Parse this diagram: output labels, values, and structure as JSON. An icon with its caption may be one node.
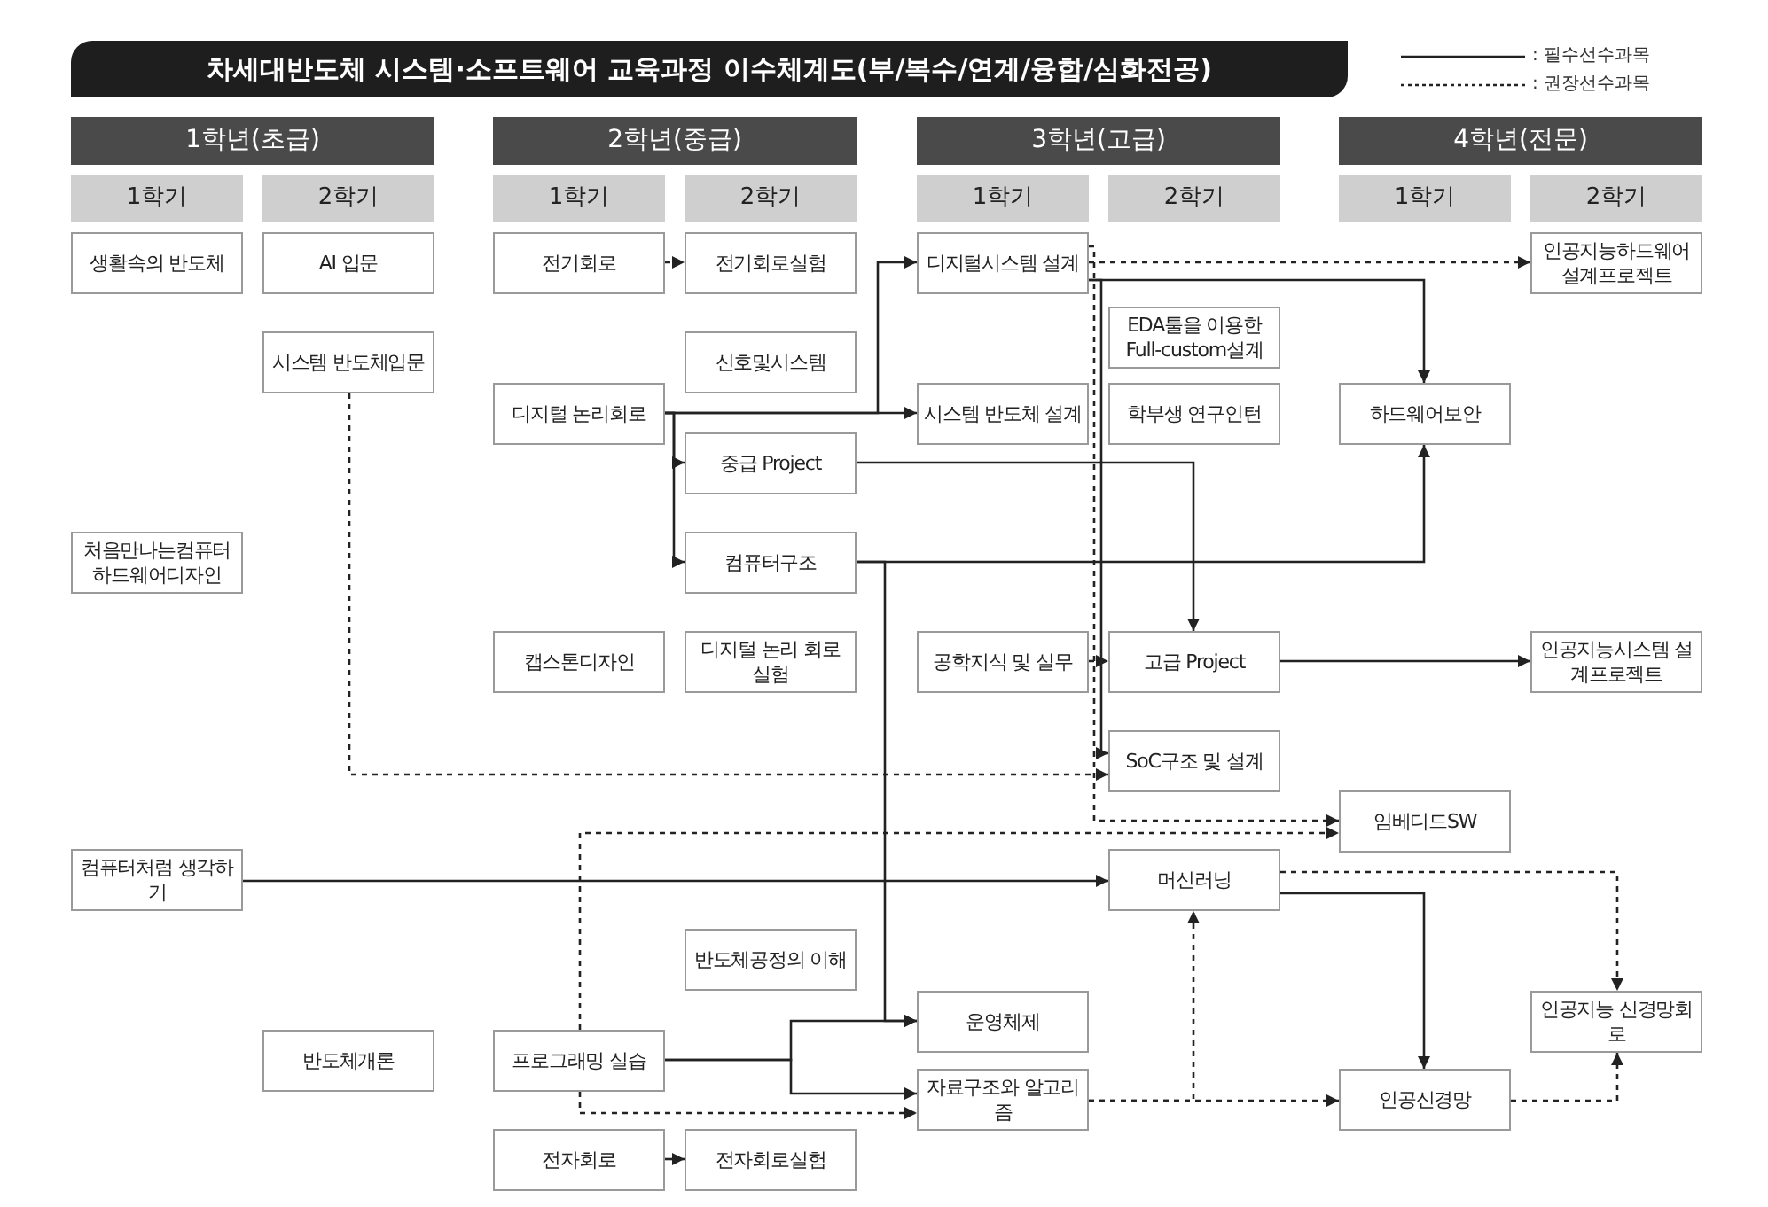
{
  "diagram": {
    "title": "차세대반도체 시스템·소프트웨어 교육과정 이수체계도(부/복수/연계/융합/심화전공)",
    "nodes": [
      {
        "text": [
          "1학년(초급)"
        ]
      },
      {
        "text": [
          "2학년(중급)"
        ]
      },
      {
        "text": [
          "3학년(고급)"
        ]
      },
      {
        "text": [
          "4학년(전문)"
        ]
      },
      {
        "text": [
          "1학기"
        ]
      },
      {
        "text": [
          "2학기"
        ]
      },
      {
        "text": [
          "1학기"
        ]
      },
      {
        "text": [
          "2학기"
        ]
      },
      {
        "text": [
          "1학기"
        ]
      },
      {
        "text": [
          "2학기"
        ]
      },
      {
        "text": [
          "1학기"
        ]
      },
      {
        "text": [
          "2학기"
        ]
      },
      {
        "text": [
          "생활속의 반도체"
        ]
      },
      {
        "text": [
          "AI 입문"
        ]
      },
      {
        "text": [
          "전기회로"
        ]
      },
      {
        "text": [
          "전기회로실험"
        ]
      },
      {
        "text": [
          "디지털시스템 설계"
        ]
      },
      {
        "text": [
          "인공지능하드웨어 설계프로젝트"
        ]
      },
      {
        "text": [
          "EDA툴을 이용한 Full-custom설계"
        ]
      },
      {
        "text": [
          "시스템 반도체입문"
        ]
      },
      {
        "text": [
          "신호및시스템"
        ]
      },
      {
        "text": [
          "디지털 논리회로"
        ]
      },
      {
        "text": [
          "시스템 반도체 설계"
        ]
      },
      {
        "text": [
          "학부생 연구인턴"
        ]
      },
      {
        "text": [
          "하드웨어보안"
        ]
      },
      {
        "text": [
          "중급 Project"
        ]
      },
      {
        "text": [
          "처음만나는컴퓨터 하드웨어디자인"
        ]
      },
      {
        "text": [
          "컴퓨터구조"
        ]
      },
      {
        "text": [
          "캡스톤디자인"
        ]
      },
      {
        "text": [
          "디지털 논리 회로 실험"
        ]
      },
      {
        "text": [
          "공학지식 및 실무"
        ]
      },
      {
        "text": [
          "고급 Project"
        ]
      },
      {
        "text": [
          "인공지능시스템 설계프로젝트"
        ]
      },
      {
        "text": [
          "SoC구조 및 설계"
        ]
      },
      {
        "text": [
          "임베디드SW"
        ]
      },
      {
        "text": [
          "컴퓨터처럼 생각하기"
        ]
      },
      {
        "text": [
          "머신러닝"
        ]
      },
      {
        "text": [
          "반도체공정의 이해"
        ]
      },
      {
        "text": [
          "운영체제"
        ]
      },
      {
        "text": [
          "인공지능 신경망회로"
        ]
      },
      {
        "text": [
          "반도체개론"
        ]
      },
      {
        "text": [
          "프로그래밍 실습"
        ]
      },
      {
        "text": [
          "자료구조와 알고리즘"
        ]
      },
      {
        "text": [
          "인공신경망"
        ]
      },
      {
        "text": [
          "전자회로"
        ]
      },
      {
        "text": [
          "전자회로실험"
        ]
      }
    ],
    "edges": [
      {
        "from": 14,
        "to": 15,
        "arrow": "to",
        "style": "dashed"
      },
      {
        "from": 21,
        "to": 16,
        "arrow": "to"
      },
      {
        "from": 21,
        "to": 22,
        "arrow": "to"
      },
      {
        "from": 21,
        "to": 25,
        "arrow": "to"
      },
      {
        "from": 21,
        "to": 27,
        "arrow": "to"
      },
      {
        "from": 16,
        "to": 24,
        "arrow": "to"
      },
      {
        "from": 16,
        "to": 17,
        "arrow": "to",
        "style": "dashed"
      },
      {
        "from": 16,
        "to": 34,
        "arrow": "to",
        "style": "dashed"
      },
      {
        "from": 16,
        "to": 33,
        "arrow": "to"
      },
      {
        "from": 25,
        "to": 31,
        "arrow": "to"
      },
      {
        "from": 27,
        "to": 24,
        "arrow": "to"
      },
      {
        "from": 27,
        "to": 38,
        "arrow": "to"
      },
      {
        "from": 19,
        "to": 33,
        "arrow": "to",
        "style": "dashed"
      },
      {
        "from": 30,
        "to": 31,
        "arrow": "to",
        "style": "dashed"
      },
      {
        "from": 31,
        "to": 32,
        "arrow": "to"
      },
      {
        "from": 35,
        "to": 36,
        "arrow": "to"
      },
      {
        "from": 41,
        "to": 38,
        "arrow": "to"
      },
      {
        "from": 41,
        "to": 42,
        "arrow": "to"
      },
      {
        "from": 41,
        "to": 34,
        "arrow": "to",
        "style": "dashed"
      },
      {
        "from": 41,
        "to": 42,
        "arrow": "to",
        "style": "dashed"
      },
      {
        "from": 42,
        "to": 43,
        "arrow": "to",
        "style": "dashed"
      },
      {
        "from": 42,
        "to": 36,
        "arrow": "to",
        "style": "dashed"
      },
      {
        "from": 36,
        "to": 43,
        "arrow": "to"
      },
      {
        "from": 36,
        "to": 39,
        "arrow": "to",
        "style": "dashed"
      },
      {
        "from": 43,
        "to": 39,
        "arrow": "to",
        "style": "dashed"
      },
      {
        "from": 44,
        "to": 45,
        "arrow": "to"
      }
    ],
    "legend": [
      {
        "text": ": 필수선수과목"
      },
      {
        "text": ": 권장선수과목"
      }
    ]
  }
}
